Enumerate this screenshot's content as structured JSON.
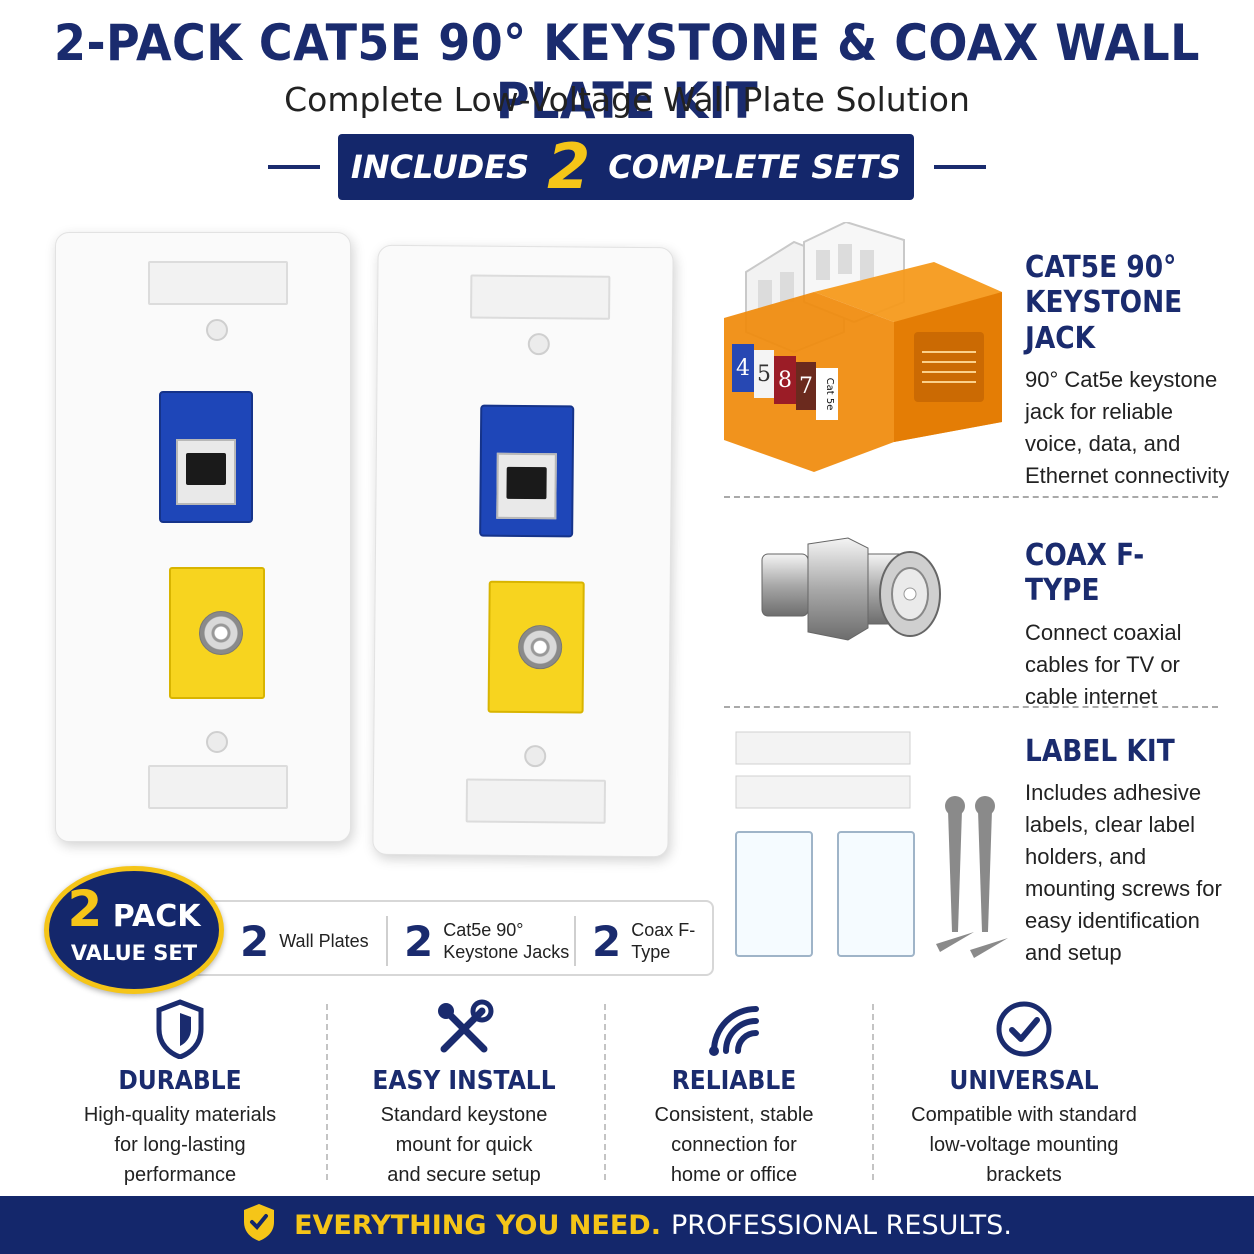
{
  "header": {
    "title": "2-PACK CAT5E 90° KEYSTONE & COAX WALL PLATE KIT",
    "subtitle": "Complete Low-Voltage Wall Plate Solution",
    "banner_left": "INCLUDES",
    "banner_number": "2",
    "banner_right": "COMPLETE SETS"
  },
  "features": [
    {
      "title_line1": "CAT5E 90°",
      "title_line2": "KEYSTONE JACK",
      "description": "90° Cat5e keystone jack for reliable voice, data, and Ethernet connectivity"
    },
    {
      "title_line1": "COAX F-TYPE",
      "title_line2": "",
      "description": "Connect coaxial cables for TV or cable internet"
    },
    {
      "title_line1": "LABEL KIT",
      "title_line2": "",
      "description": "Includes adhesive labels, clear label holders, and mounting screws for easy identification and setup"
    }
  ],
  "keystone_jack": {
    "label_numbers": [
      "4",
      "5",
      "8",
      "7"
    ],
    "side_text": "Cat 5e"
  },
  "badge": {
    "number": "2",
    "word": "PACK",
    "subtitle": "VALUE SET"
  },
  "pack_contents": [
    {
      "count": "2",
      "label": "Wall Plates"
    },
    {
      "count": "2",
      "label_line1": "Cat5e 90°",
      "label_line2": "Keystone Jacks"
    },
    {
      "count": "2",
      "label": "Coax F-Type"
    }
  ],
  "benefits": [
    {
      "icon": "shield-icon",
      "title": "DURABLE",
      "line1": "High-quality materials",
      "line2": "for long-lasting",
      "line3": "performance"
    },
    {
      "icon": "tools-icon",
      "title": "EASY INSTALL",
      "line1": "Standard keystone",
      "line2": "mount for quick",
      "line3": "and secure setup"
    },
    {
      "icon": "signal-icon",
      "title": "RELIABLE",
      "line1": "Consistent, stable",
      "line2": "connection for",
      "line3": "home or office"
    },
    {
      "icon": "check-circle-icon",
      "title": "UNIVERSAL",
      "line1": "Compatible with standard",
      "line2": "low-voltage mounting",
      "line3": "brackets"
    }
  ],
  "footer": {
    "highlight": "EVERYTHING YOU NEED.",
    "text": "PROFESSIONAL RESULTS."
  },
  "colors": {
    "navy": "#14276b",
    "gold": "#f5c518",
    "jack_blue": "#1e46b8",
    "jack_yellow": "#f7d41f",
    "keystone_orange": "#f08a0a"
  }
}
